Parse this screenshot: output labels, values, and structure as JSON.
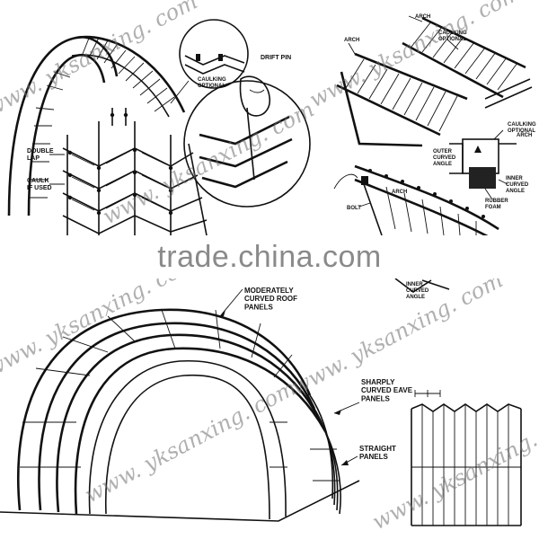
{
  "labels": {
    "double_lap": "DOUBLE\nLAP",
    "caulk_if_used": "CAULK\nIF USED",
    "caulking_optional_circle": "CAULKING\nOPTIONAL",
    "drift_pin": "DRIFT PIN",
    "arch_1": "ARCH",
    "caulking_optional_tr": "CAULKING\nOPTIONAL",
    "arch_2": "ARCH",
    "caulking_optional_detail": "CAULKING\nOPTIONAL",
    "arch_3": "ARCH",
    "outer_curved_angle": "OUTER\nCURVED\nANGLE",
    "inner_curved_angle": "INNER\nCURVED\nANGLE",
    "rubber_foam": "RUBBER\nFOAM",
    "arch_4": "ARCH",
    "bolt": "BOLT",
    "inner_curved_angle_2": "INNER\nCURVED\nANGLE",
    "moderately_curved": "MODERATELY\nCURVED ROOF\nPANELS",
    "sharply_curved": "SHARPLY\nCURVED EAVE\nPANELS",
    "straight_panels": "STRAIGHT\nPANELS"
  },
  "watermark": {
    "center": "trade.china.com",
    "diagonal": "www. yksanxing. com"
  }
}
